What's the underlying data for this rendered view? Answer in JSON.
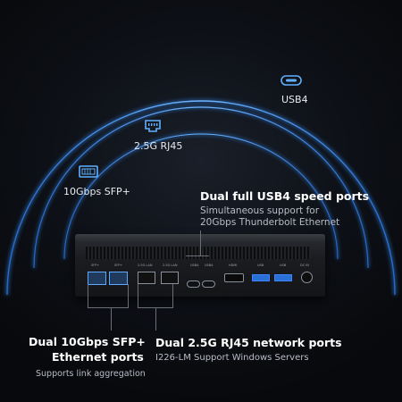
{
  "labels": {
    "usb4": "USB4",
    "rj45": "2.5G RJ45",
    "sfp": "10Gbps SFP+"
  },
  "callouts": {
    "usb4_title": "Dual full USB4 speed ports",
    "usb4_sub1": "Simultaneous support for",
    "usb4_sub2": "20Gbps Thunderbolt Ethernet",
    "sfp_title1": "Dual 10Gbps SFP+",
    "sfp_title2": "Ethernet ports",
    "sfp_sub": "Supports link aggregation",
    "rj45_title": "Dual 2.5G RJ45 network ports",
    "rj45_sub": "I226-LM Support Windows Servers"
  },
  "port_labels": {
    "sfp1": "SFP+",
    "sfp2": "SFP+",
    "lan1": "2.5G LAN",
    "lan2": "2.5G LAN",
    "usb4a": "USB4",
    "usb4b": "USB4",
    "hdmi": "HDMI",
    "usb1": "USB",
    "usb2": "USB",
    "dc": "DC IN"
  },
  "colors": {
    "accent_blue": "#4aa3ff",
    "background": "#0b0d12"
  },
  "icons": [
    "usb-c-icon",
    "ethernet-icon",
    "sfp-icon"
  ]
}
